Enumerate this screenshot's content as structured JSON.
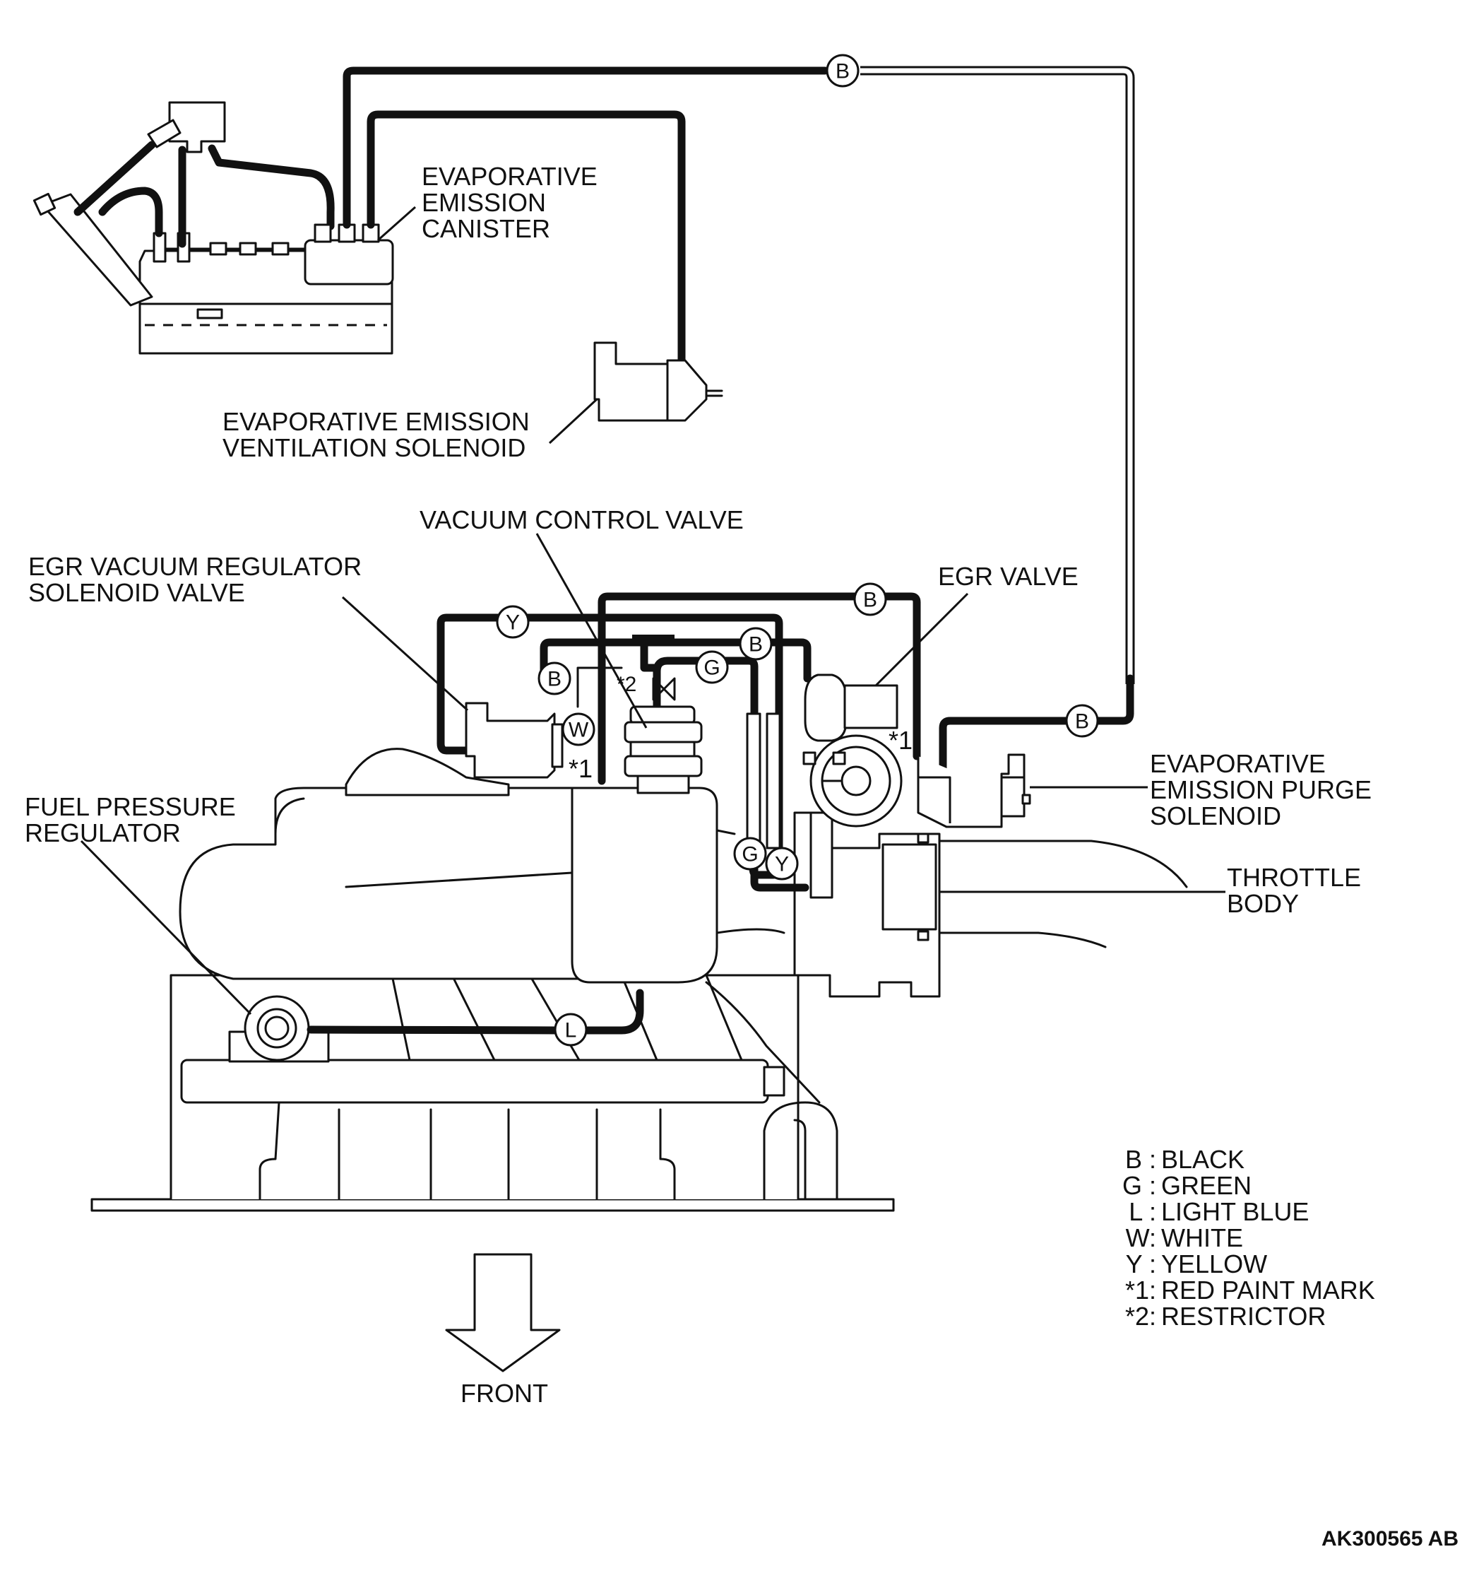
{
  "labels": {
    "canister": [
      "EVAPORATIVE",
      "EMISSION",
      "CANISTER"
    ],
    "ventilation_solenoid": [
      "EVAPORATIVE EMISSION",
      "VENTILATION SOLENOID"
    ],
    "vacuum_control_valve": [
      "VACUUM CONTROL VALVE"
    ],
    "egr_regulator": [
      "EGR VACUUM REGULATOR",
      "SOLENOID VALVE"
    ],
    "egr_valve": [
      "EGR VALVE"
    ],
    "purge_solenoid": [
      "EVAPORATIVE",
      "EMISSION PURGE",
      "SOLENOID"
    ],
    "fuel_pressure_regulator": [
      "FUEL PRESSURE",
      "REGULATOR"
    ],
    "throttle_body": [
      "THROTTLE",
      "BODY"
    ],
    "front": "FRONT"
  },
  "hose_tags": {
    "b": "B",
    "y": "Y",
    "g": "G",
    "w": "W",
    "l": "L",
    "red_mark": "*1",
    "restrictor": "*2"
  },
  "legend": [
    {
      "code": "B :",
      "text": "BLACK"
    },
    {
      "code": "G :",
      "text": "GREEN"
    },
    {
      "code": "L :",
      "text": "LIGHT BLUE"
    },
    {
      "code": "W:",
      "text": "WHITE"
    },
    {
      "code": "Y :",
      "text": "YELLOW"
    },
    {
      "code": "*1:",
      "text": "RED PAINT MARK"
    },
    {
      "code": "*2:",
      "text": "RESTRICTOR"
    }
  ],
  "figure_code": "AK300565 AB"
}
